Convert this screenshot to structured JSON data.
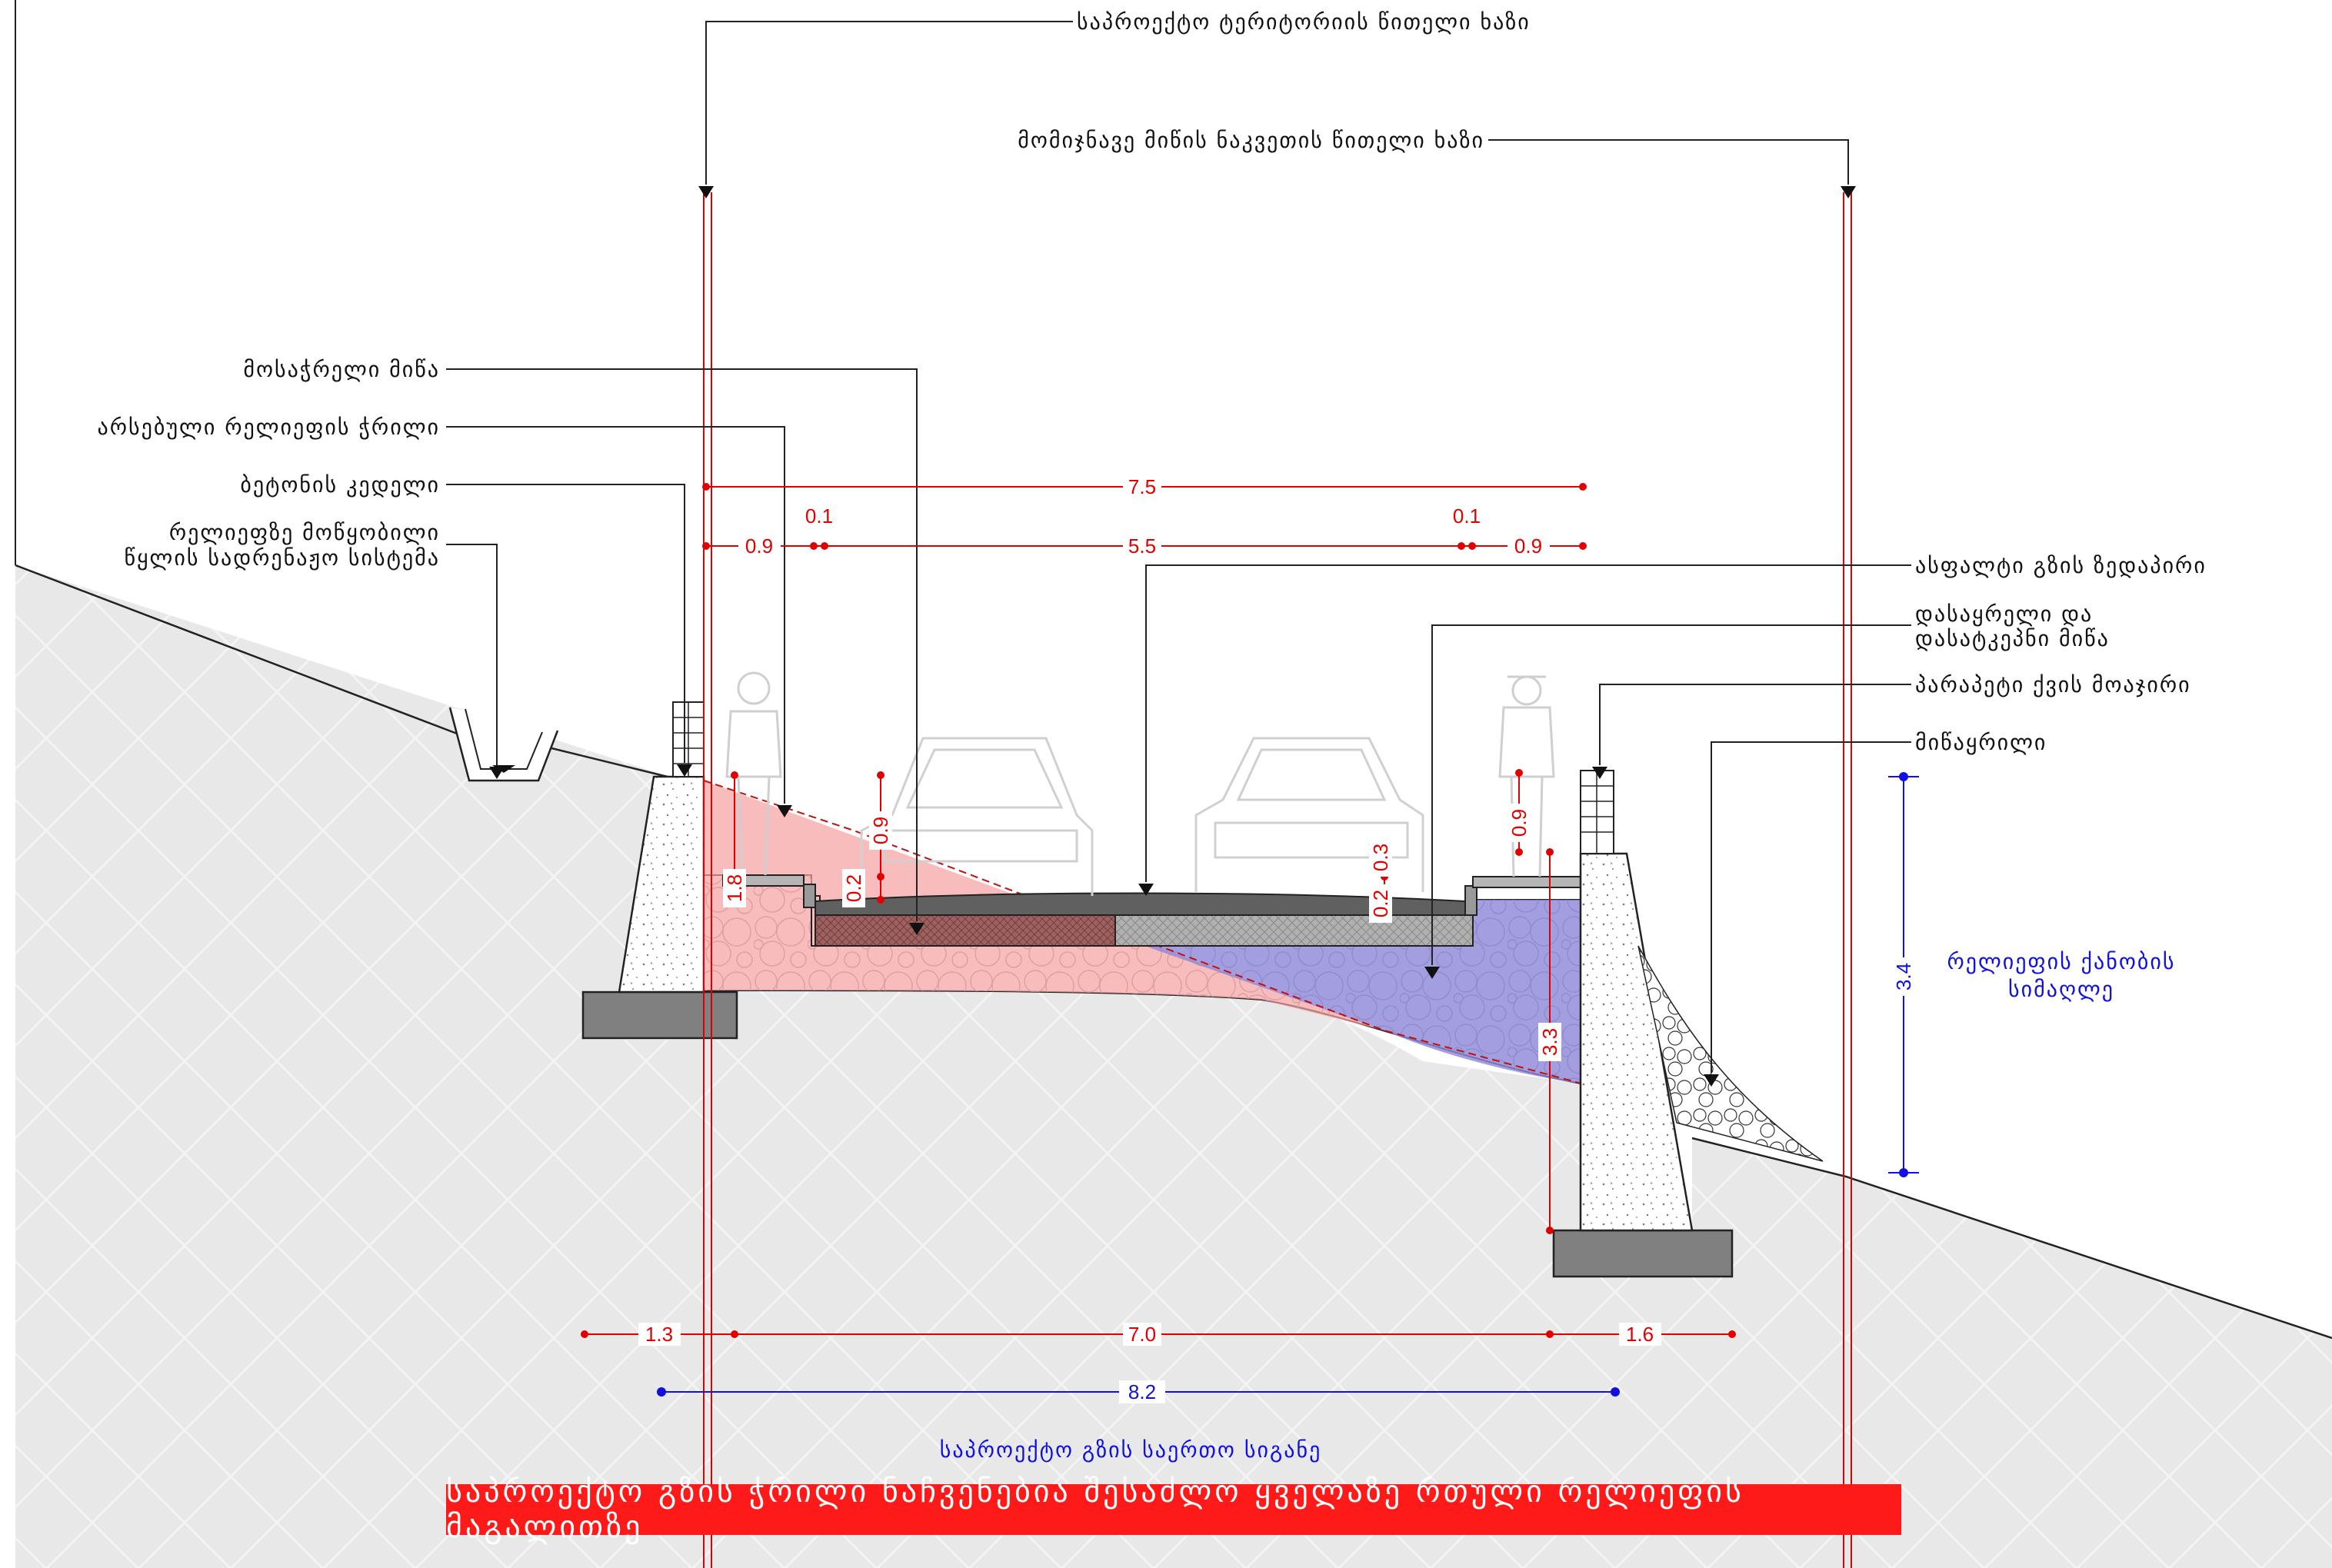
{
  "labels": {
    "project_red_line": "საპროექტო ტერიტორიის წითელი ხაზი",
    "adjacent_red_line": "მომიჯნავე მიწის ნაკვეთის წითელი ხაზი",
    "excavated_soil": "მოსაჭრელი მიწა",
    "existing_relief_section": "არსებული რელიეფის ჭრილი",
    "concrete_wall": "ბეტონის კედელი",
    "drainage_line1": "რელიეფზე მოწყობილი",
    "drainage_line2": "წყლის სადრენაჟო სისტემა",
    "asphalt_top": "ასფალტი გზის ზედაპირი",
    "fill_soil_line1": "დასაყრელი და",
    "fill_soil_line2": "დასატკეპნი მიწა",
    "parapet": "პარაპეტი ქვის მოაჯირი",
    "embankment": "მიწაყრილი",
    "relief_height_line1": "რელიეფის ქანობის",
    "relief_height_line2": "სიმაღლე",
    "total_width": "საპროექტო გზის საერთო სიგანე"
  },
  "dimensions": {
    "top_total": "7.5",
    "left_sidewalk": "0.9",
    "curb_left": "0.1",
    "carriageway": "5.5",
    "curb_right": "0.1",
    "right_sidewalk": "0.9",
    "person_left": "0.9",
    "person_right": "0.9",
    "left_fill_height": "1.8",
    "curb_height_left": "0.2",
    "curb_height_right": "0.2",
    "asphalt_step": "0.3",
    "right_wall_height": "3.3",
    "relief_height": "3.4",
    "bottom_left": "1.3",
    "bottom_middle": "7.0",
    "bottom_right": "1.6",
    "total_road_width": "8.2"
  },
  "banner": "საპროექტო გზის ჭრილი ნაჩვენებია შესაძლო ყველაზე რთული რელიეფის მაგალითზე",
  "colors": {
    "cut_zone": "#f5a0a0",
    "fill_zone": "#8c86d8",
    "dimension_red": "#e00000",
    "dimension_blue": "#1010e0",
    "terrain": "#e8e8e8",
    "banner": "#ff1a1a"
  }
}
